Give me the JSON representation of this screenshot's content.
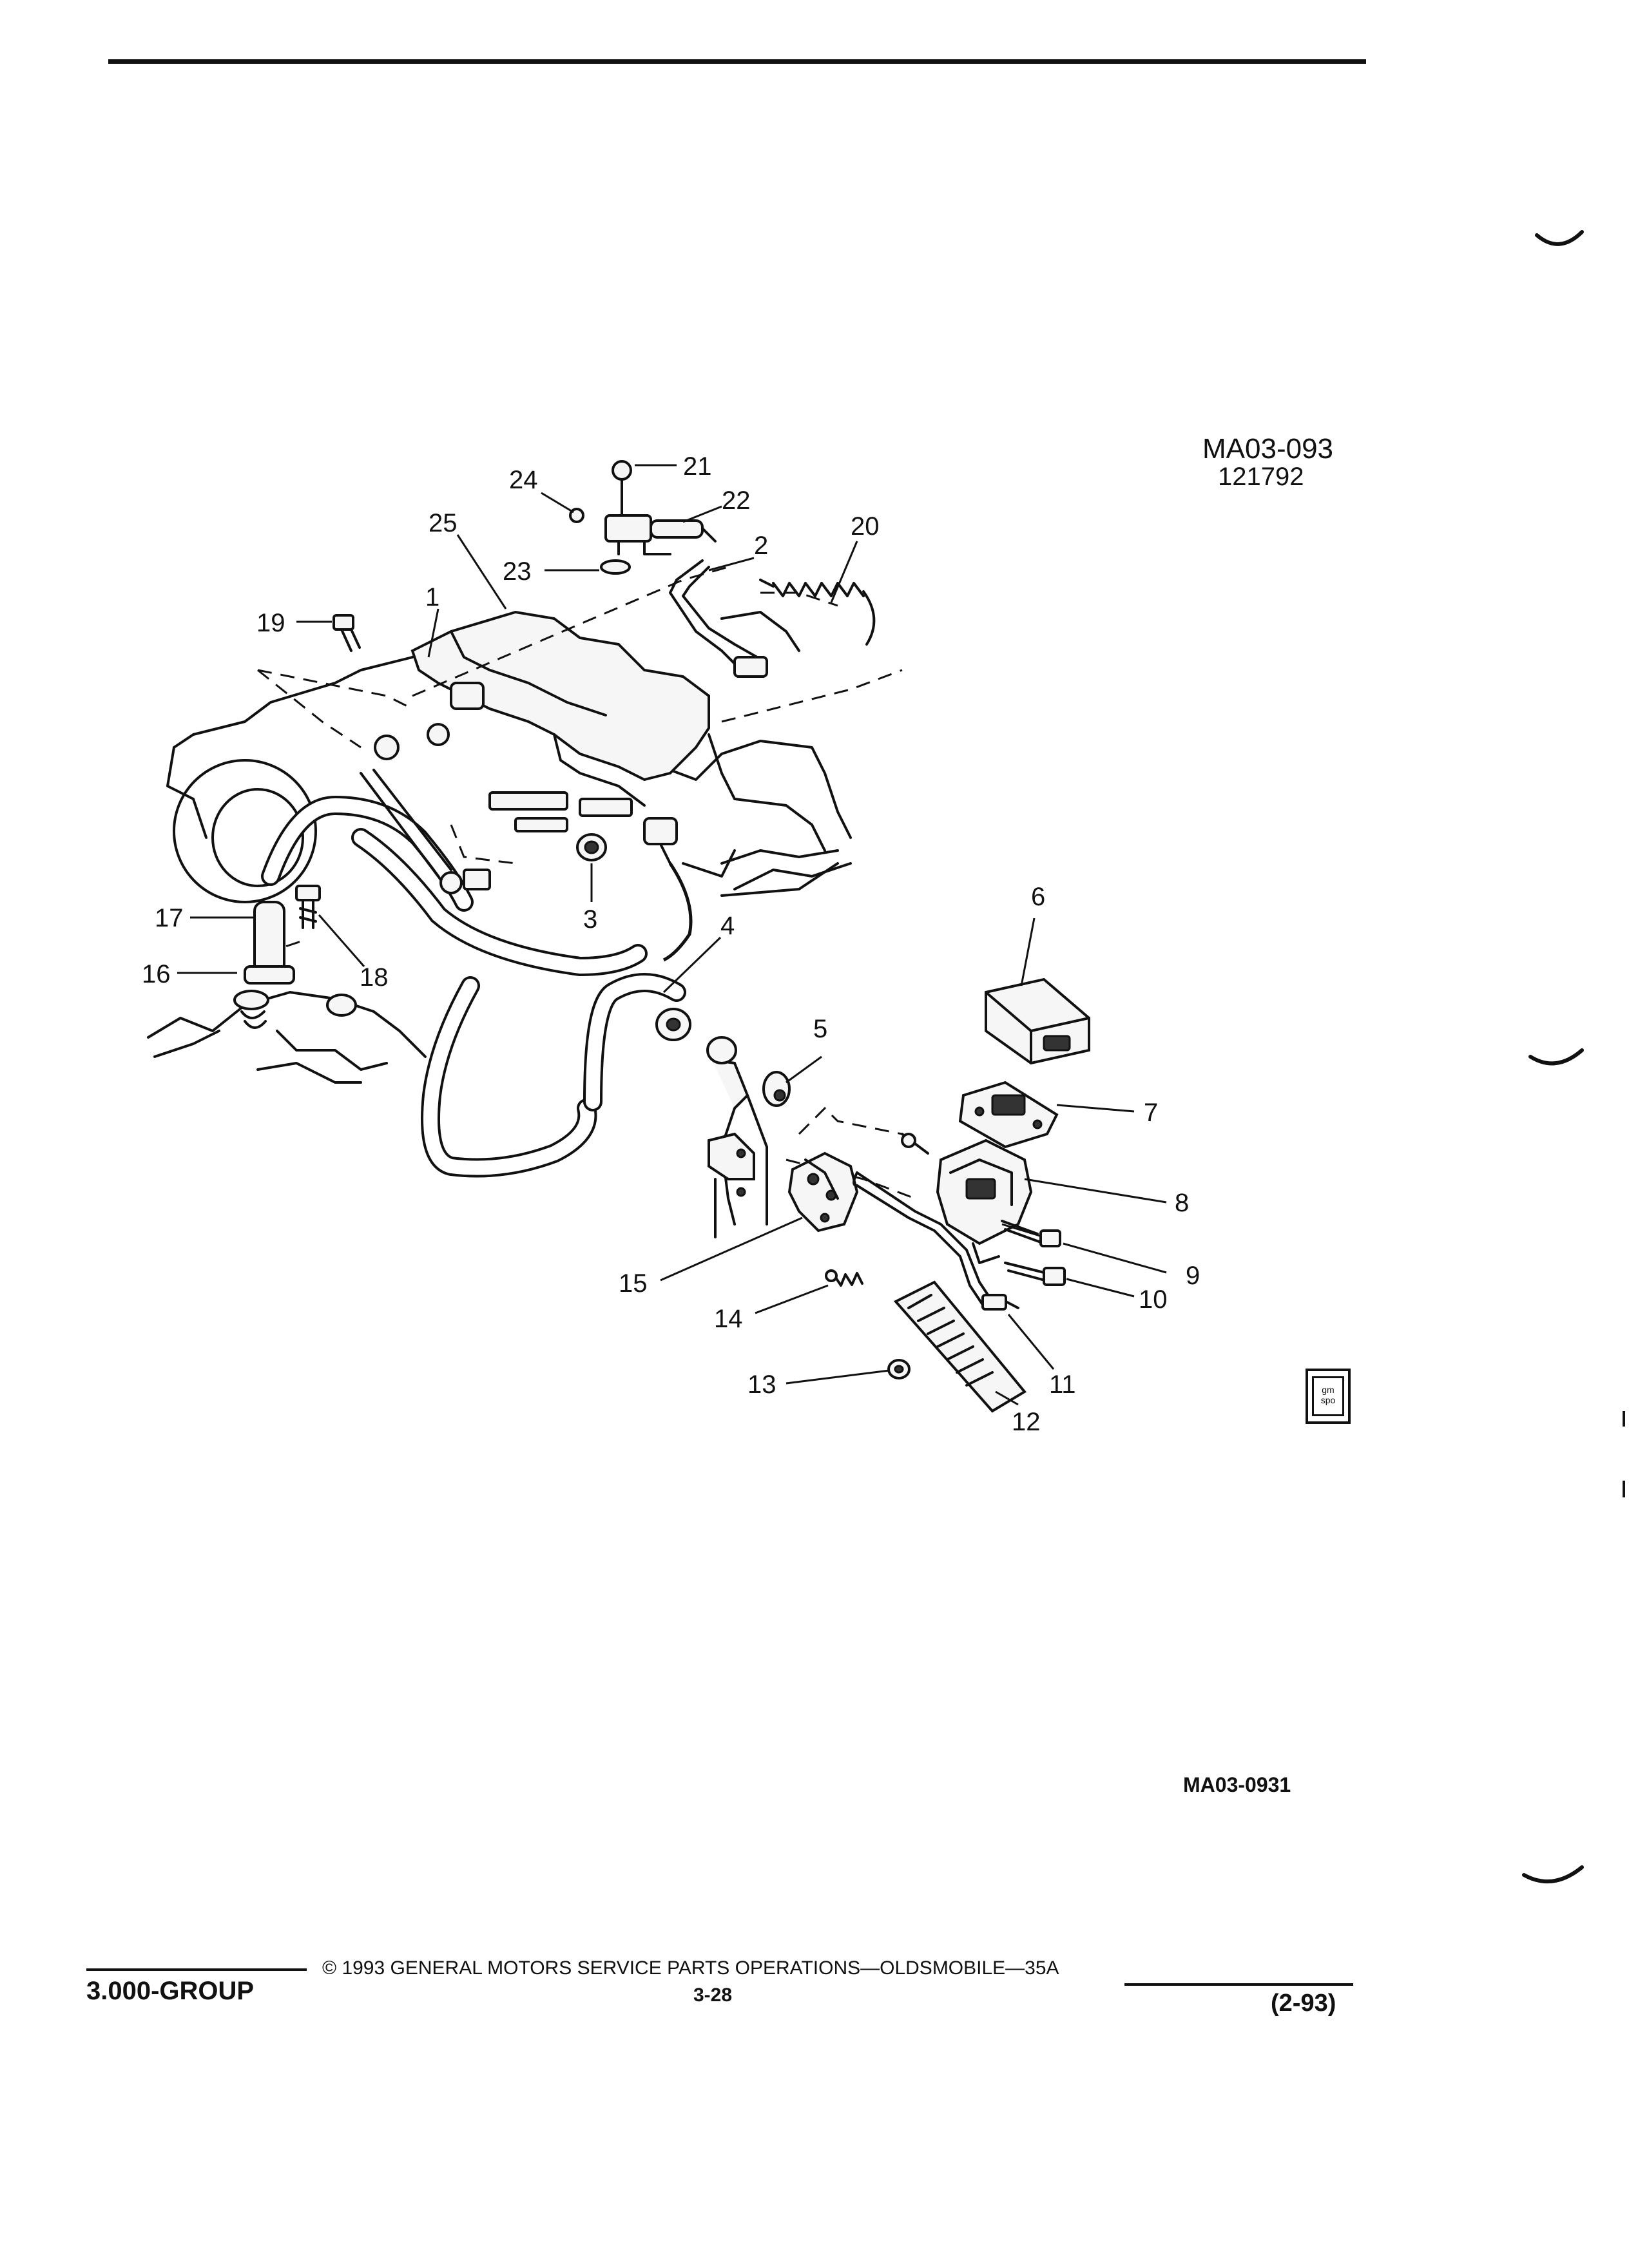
{
  "header": {
    "diagram_id": "MA03-093",
    "diagram_date": "121792"
  },
  "figure": {
    "code": "MA03-0931",
    "callouts": [
      "1",
      "2",
      "3",
      "4",
      "5",
      "6",
      "7",
      "8",
      "9",
      "10",
      "11",
      "12",
      "13",
      "14",
      "15",
      "16",
      "17",
      "18",
      "19",
      "20",
      "21",
      "22",
      "23",
      "24",
      "25"
    ]
  },
  "footer": {
    "group": "3.000-GROUP",
    "copyright": "© 1993 GENERAL MOTORS SERVICE PARTS OPERATIONS—OLDSMOBILE—35A",
    "page": "3-28",
    "edition": "(2-93)"
  },
  "logo": {
    "text_top": "gm",
    "text_bottom": "spo"
  }
}
